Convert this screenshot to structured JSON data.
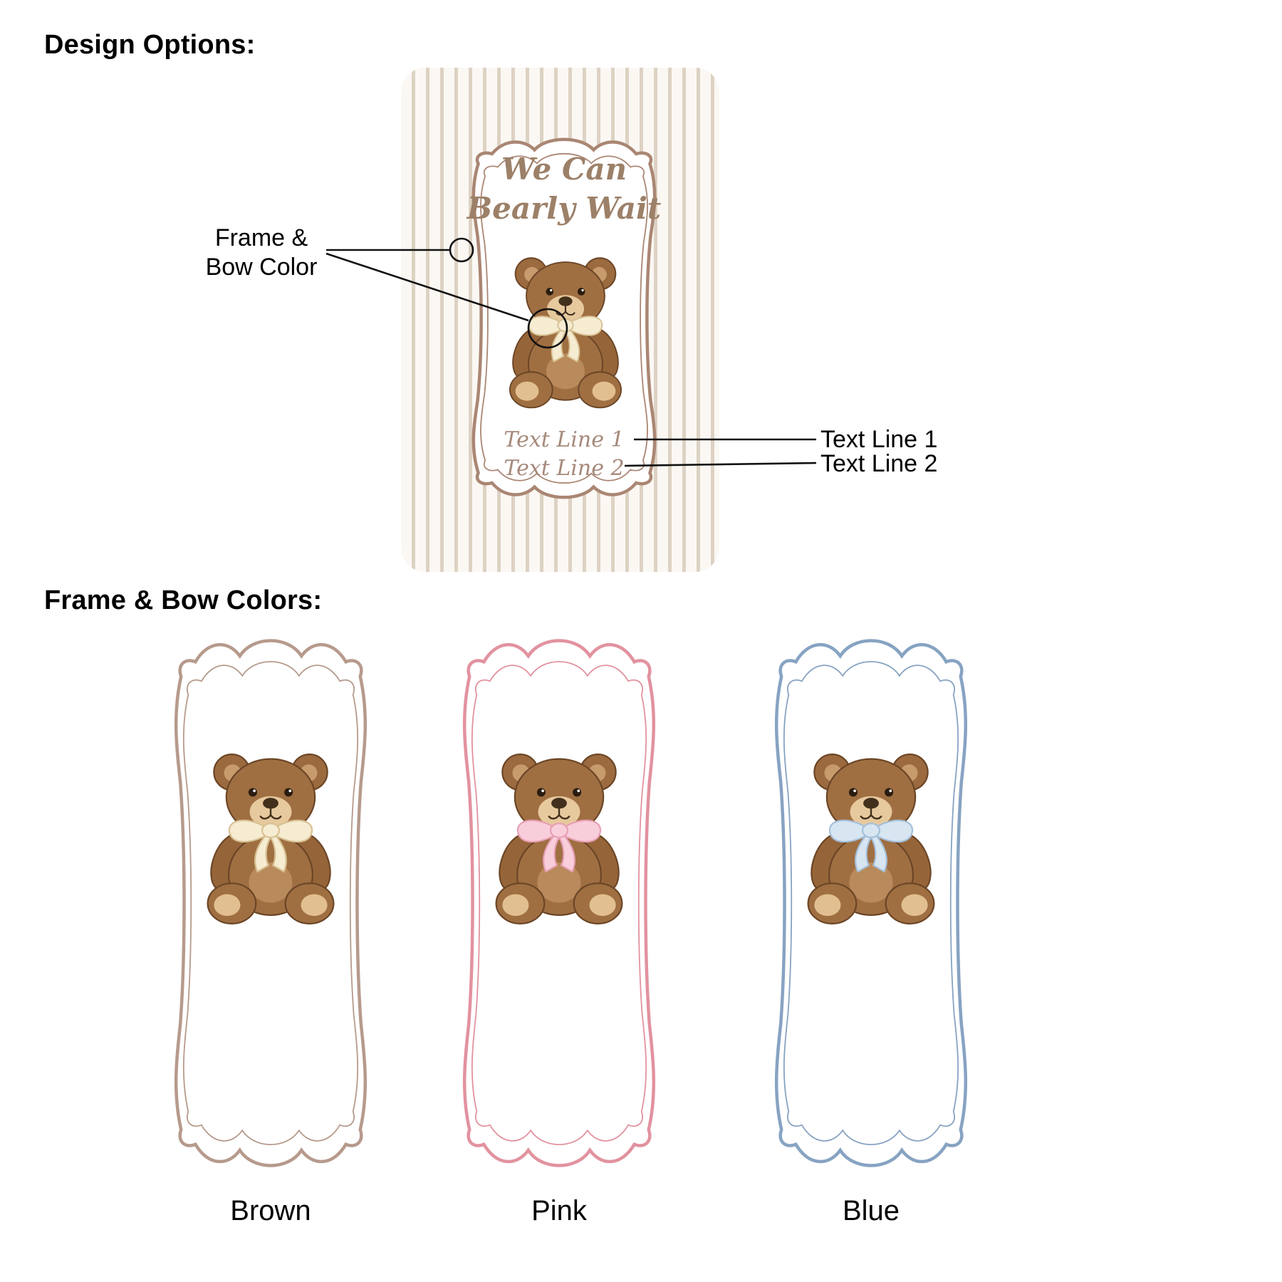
{
  "headings": {
    "design_options": "Design Options:",
    "frame_bow_colors": "Frame & Bow Colors:"
  },
  "preview_card": {
    "title_line1": "We Can",
    "title_line2": "Bearly Wait",
    "text_line1": "Text Line 1",
    "text_line2": "Text Line 2",
    "frame_color": "#aa8673",
    "bow_color": "#f5ecd2",
    "bow_edge_color": "#d8c193",
    "stripe_color": "#ddd2c3"
  },
  "callouts": {
    "frame_bow_line1": "Frame &",
    "frame_bow_line2": "Bow Color",
    "text_line1": "Text Line 1",
    "text_line2": "Text Line 2"
  },
  "swatches": [
    {
      "label": "Brown",
      "frame_color": "#b69a8c",
      "bow_color": "#f5ecd2",
      "bow_edge_color": "#d8c193"
    },
    {
      "label": "Pink",
      "frame_color": "#e2929f",
      "bow_color": "#f9cedb",
      "bow_edge_color": "#e7a0b5"
    },
    {
      "label": "Blue",
      "frame_color": "#87a3c2",
      "bow_color": "#d8e6f2",
      "bow_edge_color": "#a4c0da"
    }
  ]
}
